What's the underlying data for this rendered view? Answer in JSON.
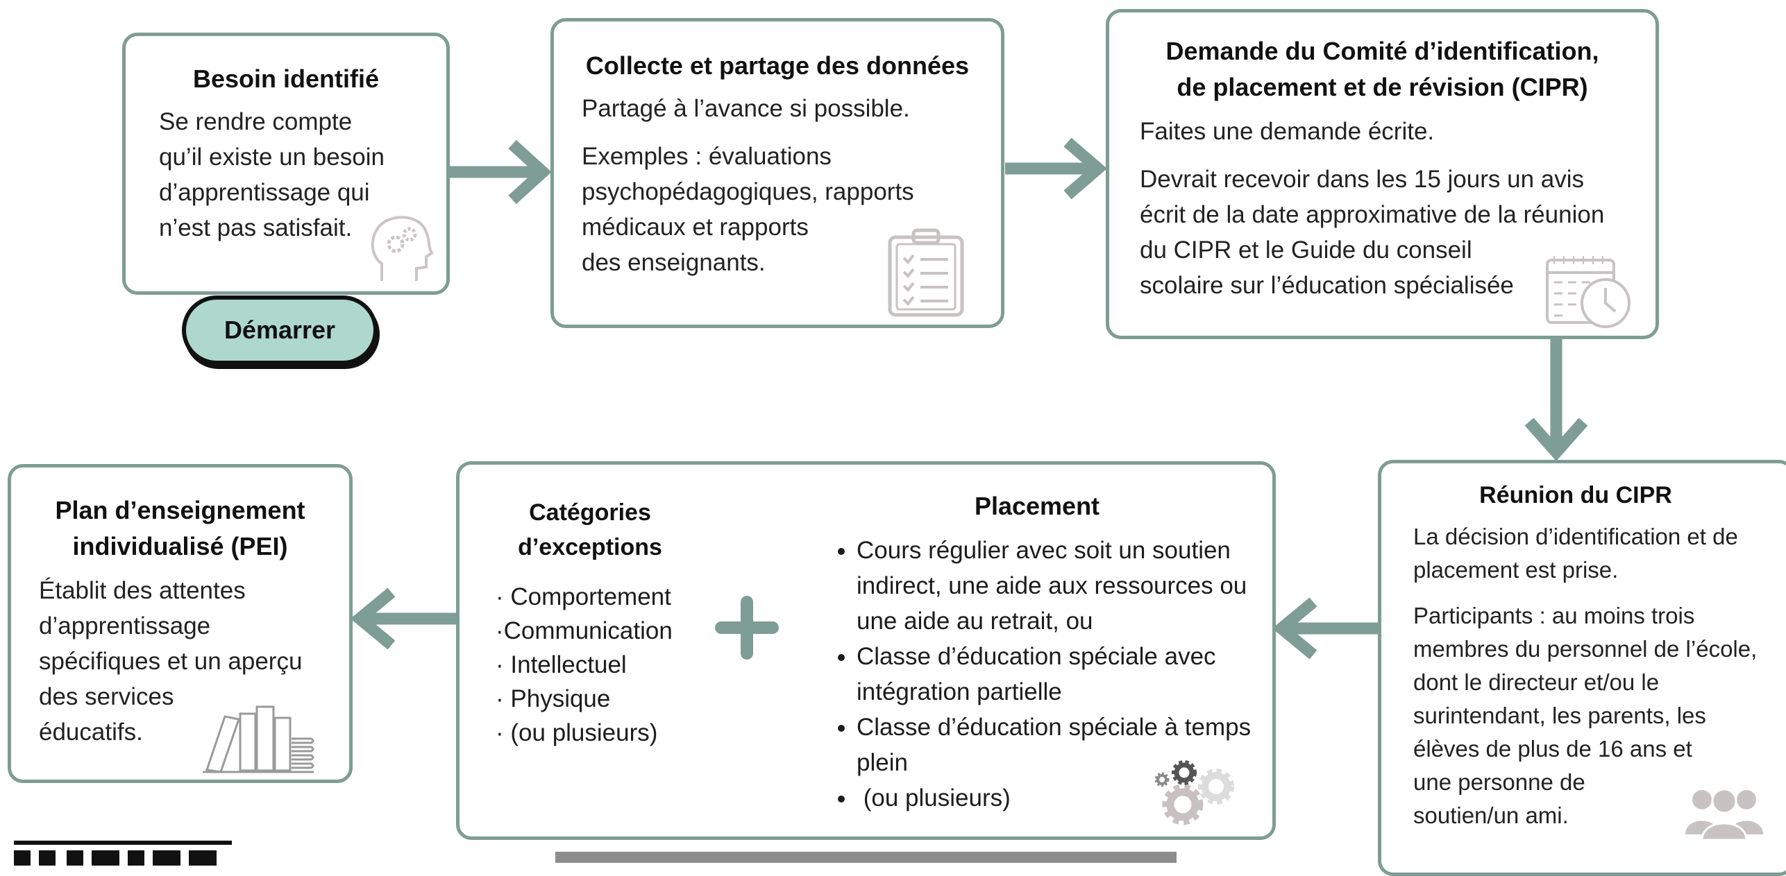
{
  "steps": {
    "besoin": {
      "title": "Besoin identifié",
      "lines": [
        "Se rendre compte",
        "qu’il existe un besoin",
        "d’apprentissage qui",
        "n’est pas satisfait."
      ]
    },
    "collecte": {
      "title": "Collecte et partage des données",
      "p1": "Partagé à l’avance si possible.",
      "p2_lines": [
        "Exemples : évaluations",
        "psychopédagogiques, rapports",
        "médicaux et rapports",
        "des enseignants."
      ]
    },
    "demande": {
      "title_lines": [
        "Demande du Comité d’identification,",
        "de placement et de révision (CIPR)"
      ],
      "p1": "Faites une demande écrite.",
      "p2_lines": [
        "Devrait recevoir dans les 15 jours un avis",
        "écrit de la date approximative de la réunion",
        "du CIPR et le Guide du conseil",
        "scolaire sur l’éducation spécialisée"
      ]
    },
    "reunion": {
      "title": "Réunion du CIPR",
      "p1_lines": [
        "La décision d’identification et de",
        "placement est prise."
      ],
      "p2_lines": [
        "Participants : au moins trois",
        "membres du personnel de l’école,",
        "dont le directeur et/ou le",
        "surintendant, les parents, les",
        "élèves de plus de 16 ans et",
        "une personne de",
        "soutien/un ami."
      ]
    },
    "categories": {
      "title_lines": [
        "Catégories",
        "d’exceptions"
      ],
      "items": [
        "· Comportement",
        "·Communication",
        "· Intellectuel",
        "· Physique",
        "· (ou plusieurs)"
      ]
    },
    "placement": {
      "title": "Placement",
      "items": [
        [
          "Cours régulier avec soit un soutien",
          "indirect, une aide aux ressources ou",
          "une aide au retrait, ou"
        ],
        [
          "Classe d’éducation spéciale avec",
          "intégration partielle"
        ],
        [
          "Classe d’éducation spéciale à temps",
          "plein"
        ],
        [
          " (ou plusieurs)"
        ]
      ]
    },
    "pei": {
      "title_lines": [
        "Plan d’enseignement",
        "individualisé (PEI)"
      ],
      "lines": [
        "Établit des attentes",
        "d’apprentissage",
        "spécifiques et un aperçu",
        "des services",
        "éducatifs."
      ]
    }
  },
  "start_button": "Démarrer",
  "icons": {
    "besoin": "head-gears-icon",
    "collecte": "clipboard-checklist-icon",
    "demande": "calendar-clock-icon",
    "reunion": "people-group-icon",
    "placement": "gears-icon",
    "pei": "books-icon",
    "plus": "plus-icon"
  },
  "colors": {
    "border": "#7e9d94",
    "arrow": "#7e9d94",
    "button_fill": "#afd8cd",
    "icon_gray": "#c8c2c2"
  }
}
